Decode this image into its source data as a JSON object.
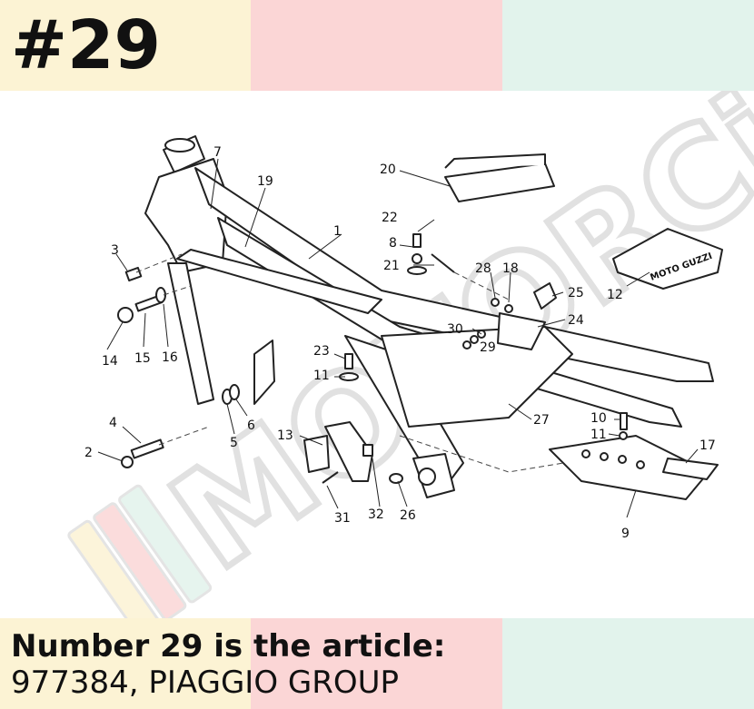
{
  "header": {
    "title": "#29",
    "band_colors": [
      "#fcf3d4",
      "#fbd6d6",
      "#e2f3ec"
    ]
  },
  "footer": {
    "line1": "Number 29 is the article:",
    "line2": "977384, PIAGGIO GROUP",
    "band_colors": [
      "#fcf3d4",
      "#fbd6d6",
      "#e2f3ec"
    ]
  },
  "diagram": {
    "callouts": [
      "1",
      "2",
      "3",
      "4",
      "5",
      "6",
      "7",
      "8",
      "9",
      "10",
      "11",
      "11",
      "12",
      "13",
      "14",
      "15",
      "16",
      "17",
      "18",
      "19",
      "20",
      "21",
      "22",
      "23",
      "24",
      "25",
      "26",
      "27",
      "28",
      "29",
      "30",
      "31",
      "32"
    ],
    "plate_text": "MOTO GUZZI",
    "watermark": "MOTORCiA"
  }
}
